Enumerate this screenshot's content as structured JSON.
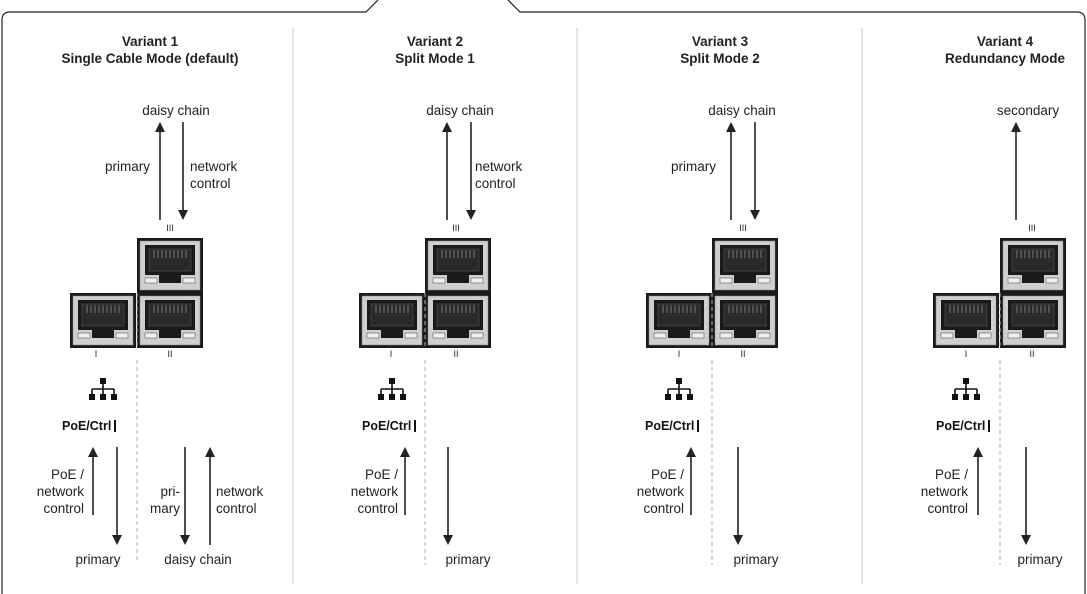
{
  "colors": {
    "line": "#222222",
    "divider": "#c8c8c8",
    "port_fill": "#cfcfcf",
    "dashed": "#b0b0b0"
  },
  "icons": {
    "network": "network-tree-icon",
    "port": "rj45-port-icon",
    "arrow": "arrow-icon"
  },
  "port_labels": {
    "p1": "I",
    "p2": "II",
    "p3": "III"
  },
  "variants": [
    {
      "title": "Variant 1",
      "subtitle": "Single Cable Mode (default)",
      "top_label": "daisy chain",
      "top_left_label": "primary",
      "top_right_label": "network\ncontrol",
      "poe_label": "PoE/Ctrl",
      "bottom_left_side": "PoE /\nnetwork\ncontrol",
      "bottom_left_label": "primary",
      "bottom_right_side_left": "pri-\nmary",
      "bottom_right_side_right": "network\ncontrol",
      "bottom_right_label": "daisy chain"
    },
    {
      "title": "Variant 2",
      "subtitle": "Split Mode 1",
      "top_label": "daisy chain",
      "top_right_label": "network\ncontrol",
      "poe_label": "PoE/Ctrl",
      "bottom_left_side": "PoE /\nnetwork\ncontrol",
      "bottom_label": "primary"
    },
    {
      "title": "Variant 3",
      "subtitle": "Split Mode 2",
      "top_label": "daisy chain",
      "top_left_label": "primary",
      "poe_label": "PoE/Ctrl",
      "bottom_left_side": "PoE /\nnetwork\ncontrol",
      "bottom_label": "primary"
    },
    {
      "title": "Variant 4",
      "subtitle": "Redundancy Mode",
      "top_label": "secondary",
      "poe_label": "PoE/Ctrl",
      "bottom_left_side": "PoE /\nnetwork\ncontrol",
      "bottom_label": "primary"
    }
  ]
}
